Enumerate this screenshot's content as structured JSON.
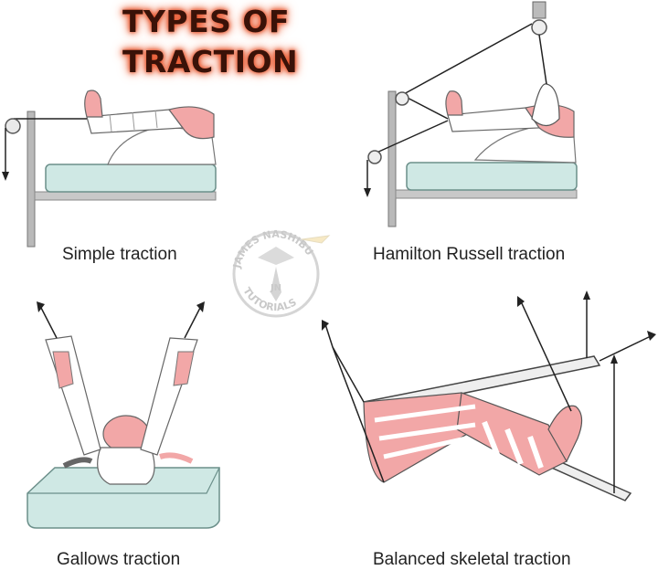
{
  "title": "TYPES OF TRACTION",
  "captions": {
    "simple": "Simple traction",
    "hamilton": "Hamilton Russell traction",
    "gallows": "Gallows traction",
    "balanced": "Balanced skeletal traction"
  },
  "watermark": {
    "top_text": "JAMES NASHIBU",
    "bottom_text": "TUTORIALS",
    "monogram": "JN"
  },
  "colors": {
    "title_glow": "#e5532c",
    "mattress": "#cfe8e4",
    "skin": "#f2a7a7",
    "bandage": "#ffffff"
  }
}
